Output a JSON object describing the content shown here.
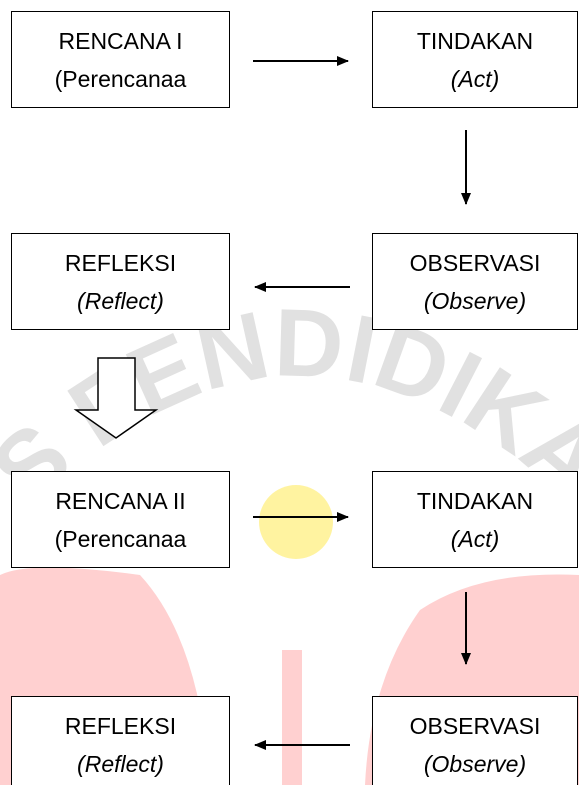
{
  "boxes": {
    "rencana_1": {
      "line1": "RENCANA I",
      "line2": "(Perencanaa"
    },
    "tindakan_1": {
      "line1": "TINDAKAN",
      "line2": "(Act)"
    },
    "refleksi_1": {
      "line1": "REFLEKSI",
      "line2": "(Reflect)"
    },
    "observasi_1": {
      "line1": "OBSERVASI",
      "line2": "(Observe)"
    },
    "rencana_2": {
      "line1": "RENCANA II",
      "line2": "(Perencanaa"
    },
    "tindakan_2": {
      "line1": "TINDAKAN",
      "line2": "(Act)"
    },
    "refleksi_2": {
      "line1": "REFLEKSI",
      "line2": "(Reflect)"
    },
    "observasi_2": {
      "line1": "OBSERVASI",
      "line2": "(Observe)"
    }
  },
  "watermark": {
    "text": "S FENDIDIKA",
    "text_color": "#dcdcdc",
    "shape_color": "#ffd0d0",
    "dot_color": "#fff3a0"
  },
  "colors": {
    "border": "#000000",
    "arrow": "#000000"
  }
}
